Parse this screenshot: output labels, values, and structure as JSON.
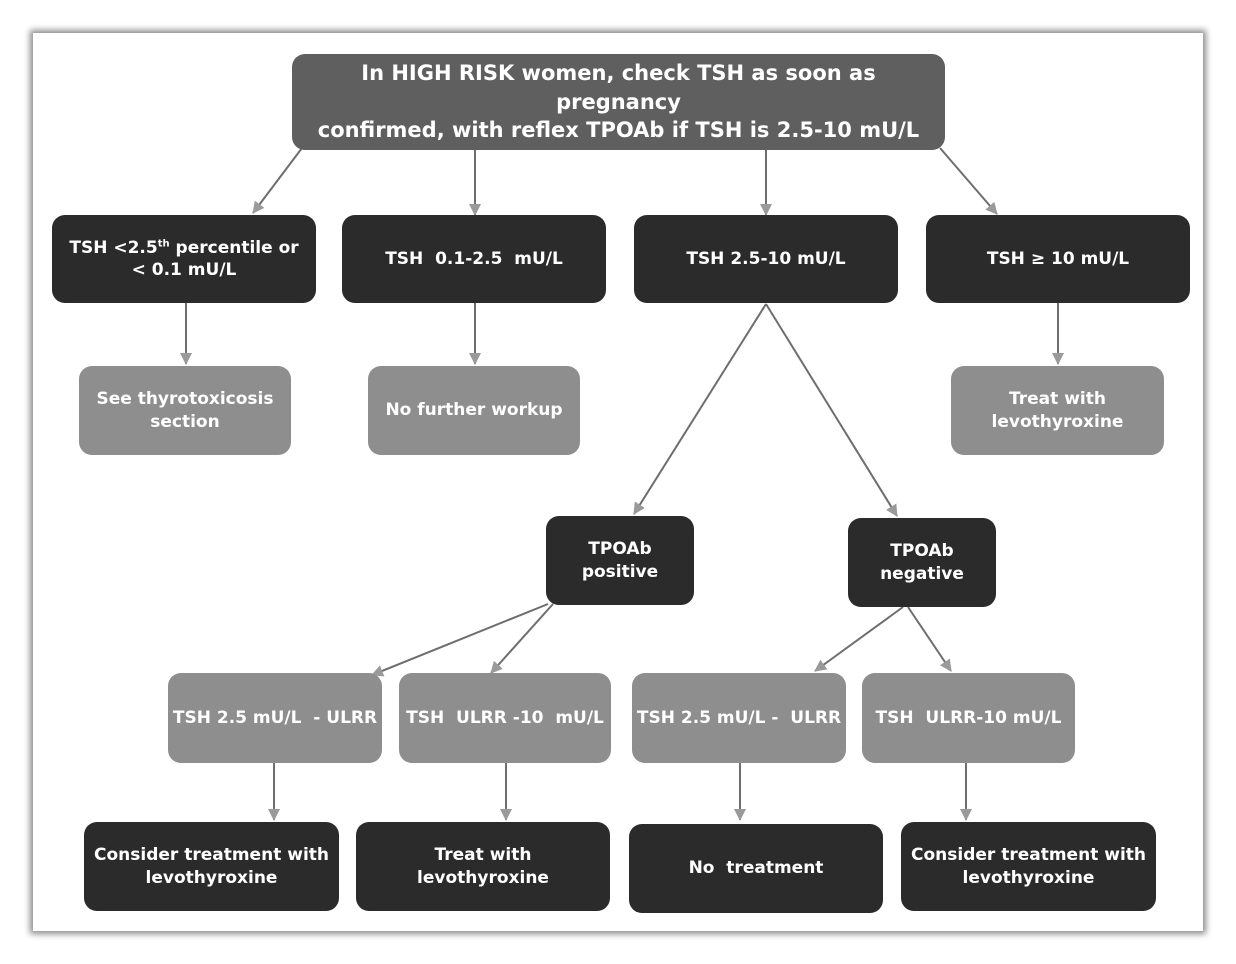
{
  "top": {
    "line1": "In HIGH RISK women, check TSH as soon as pregnancy",
    "line2": "confirmed, with reflex TPOAb if TSH is 2.5-10 mU/L"
  },
  "tsh_low": {
    "line1_a": "TSH <2.5",
    "line1_sup": "th",
    "line1_b": " percentile or",
    "line2": "< 0.1 mU/L"
  },
  "tsh_normal": {
    "label": "TSH  0.1-2.5  mU/L"
  },
  "tsh_mid": {
    "label": "TSH 2.5-10 mU/L"
  },
  "tsh_high": {
    "label": "TSH ≥ 10 mU/L"
  },
  "thyrotoxicosis": {
    "line1": "See thyrotoxicosis",
    "line2": "section"
  },
  "no_workup": {
    "label": "No further workup"
  },
  "treat_high": {
    "line1": "Treat with",
    "line2": "levothyroxine"
  },
  "tpoab_pos": {
    "line1": "TPOAb",
    "line2": "positive"
  },
  "tpoab_neg": {
    "line1": "TPOAb",
    "line2": "negative"
  },
  "pos_low": {
    "label": "TSH 2.5 mU/L  - ULRR"
  },
  "pos_high": {
    "label": "TSH  ULRR -10  mU/L"
  },
  "neg_low": {
    "label": "TSH 2.5 mU/L -  ULRR"
  },
  "neg_high": {
    "label": "TSH  ULRR-10 mU/L"
  },
  "out_pos_low": {
    "line1": "Consider treatment with",
    "line2": "levothyroxine"
  },
  "out_pos_high": {
    "line1": "Treat with",
    "line2": "levothyroxine"
  },
  "out_neg_low": {
    "label": "No  treatment"
  },
  "out_neg_high": {
    "line1": "Consider treatment with",
    "line2": "levothyroxine"
  }
}
